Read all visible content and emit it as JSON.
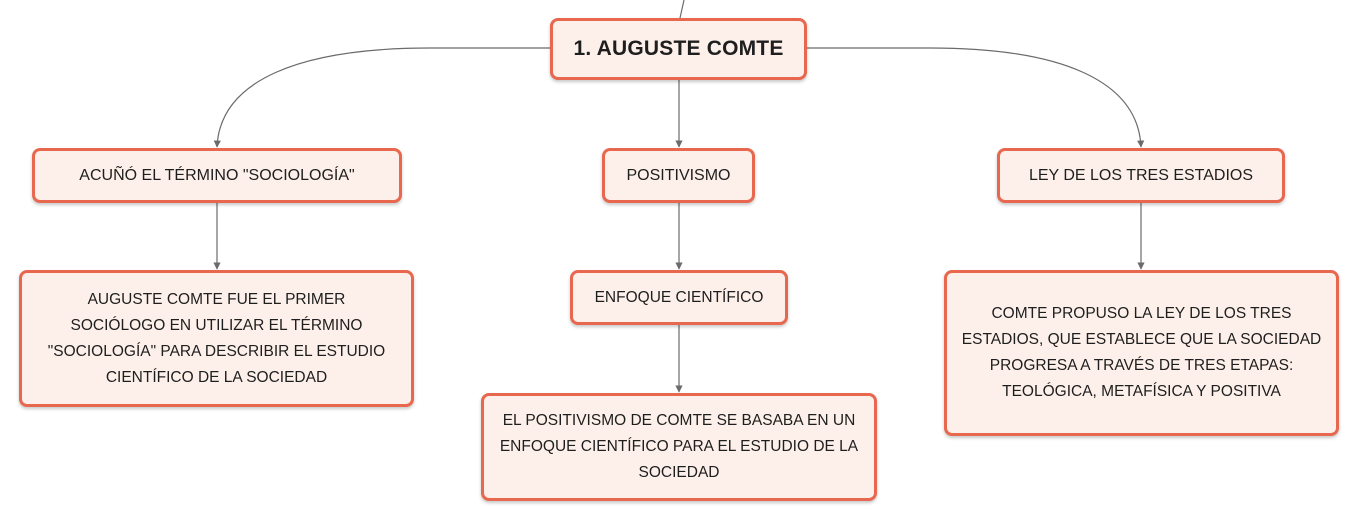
{
  "colors": {
    "node_border": "#e8674f",
    "node_fill": "#fdf0ea",
    "connector": "#6b6b6b"
  },
  "root": {
    "label": "1. AUGUSTE COMTE"
  },
  "branches": [
    {
      "label": "ACUÑÓ EL TÉRMINO \"SOCIOLOGÍA\"",
      "details": [
        "AUGUSTE COMTE FUE EL PRIMER SOCIÓLOGO EN UTILIZAR EL TÉRMINO \"SOCIOLOGÍA\" PARA DESCRIBIR EL ESTUDIO CIENTÍFICO DE LA SOCIEDAD"
      ]
    },
    {
      "label": "POSITIVISMO",
      "details": [
        "ENFOQUE CIENTÍFICO",
        "EL POSITIVISMO DE COMTE SE BASABA EN UN ENFOQUE CIENTÍFICO PARA EL ESTUDIO DE LA SOCIEDAD"
      ]
    },
    {
      "label": "LEY DE LOS TRES ESTADIOS",
      "details": [
        "COMTE PROPUSO LA LEY DE LOS TRES ESTADIOS, QUE ESTABLECE QUE LA SOCIEDAD PROGRESA A TRAVÉS DE TRES ETAPAS: TEOLÓGICA, METAFÍSICA Y POSITIVA"
      ]
    }
  ]
}
